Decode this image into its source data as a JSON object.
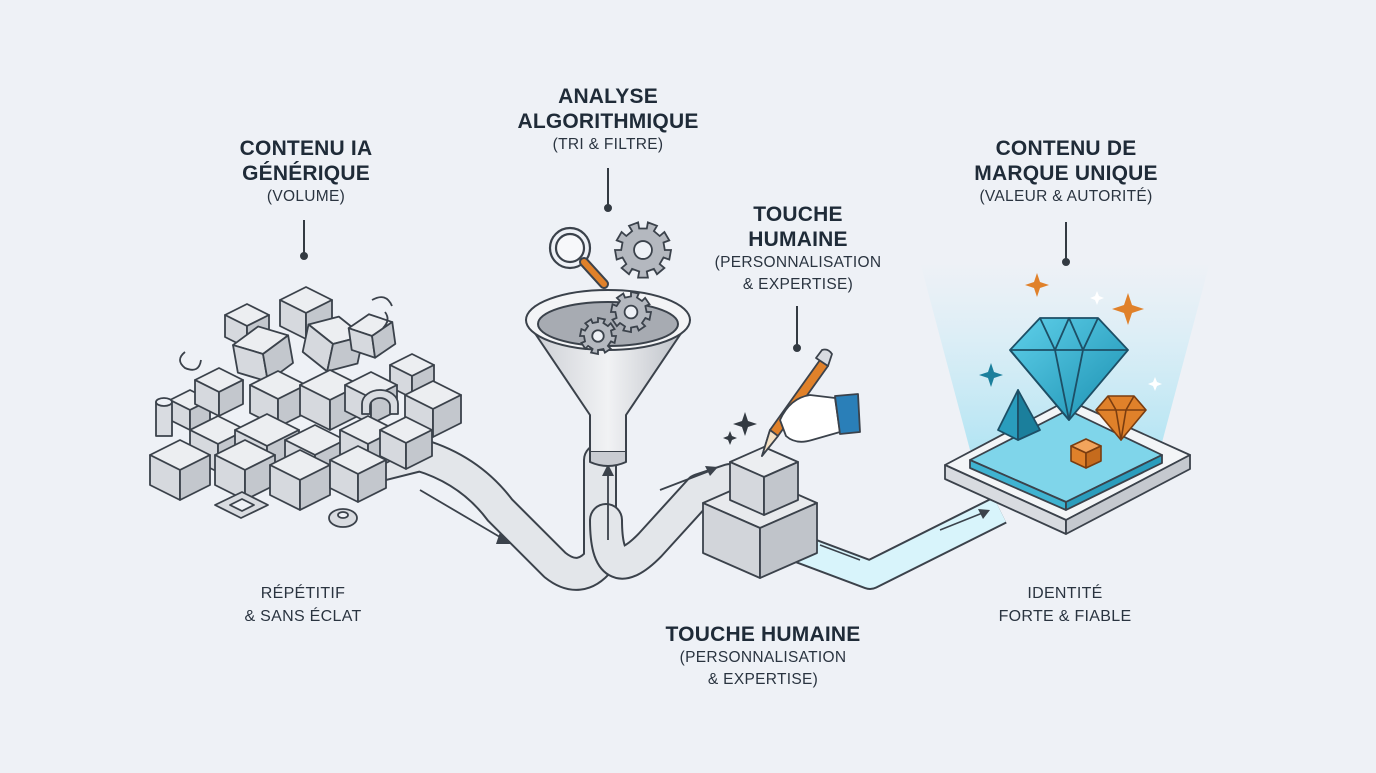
{
  "stages": {
    "generic": {
      "title_1": "CONTENU IA",
      "title_2": "GÉNÉRIQUE",
      "subtitle": "(VOLUME)",
      "bottom_1": "RÉPÉTITIF",
      "bottom_2": "& SANS ÉCLAT"
    },
    "analysis": {
      "title_1": "ANALYSE",
      "title_2": "ALGORITHMIQUE",
      "subtitle": "(TRI & FILTRE)"
    },
    "human": {
      "title_1": "TOUCHE",
      "title_2": "HUMAINE",
      "subtitle_1": "(PERSONNALISATION",
      "subtitle_2": "& EXPERTISE)"
    },
    "human_bottom": {
      "title": "TOUCHE HUMAINE",
      "subtitle_1": "(PERSONNALISATION",
      "subtitle_2": "& EXPERTISE)"
    },
    "brand": {
      "title_1": "CONTENU DE",
      "title_2": "MARQUE UNIQUE",
      "subtitle": "(VALEUR & AUTORITÉ)",
      "bottom_1": "IDENTITÉ",
      "bottom_2": "FORTE & FIABLE"
    }
  },
  "icons": [
    "cube-pile-icon",
    "magnifier-icon",
    "gear-icon",
    "funnel-icon",
    "pencil-icon",
    "hand-icon",
    "diamond-icon",
    "pyramid-icon",
    "sparkle-icon",
    "pipe-arrow-icon"
  ],
  "colors": {
    "background": "#eef1f6",
    "text": "#1f2b38",
    "cube_fill": "#d9dce1",
    "stroke": "#3b424b",
    "accent_teal": "#2bb4d0",
    "accent_orange": "#e0812a",
    "glow": "#c9eef8"
  }
}
